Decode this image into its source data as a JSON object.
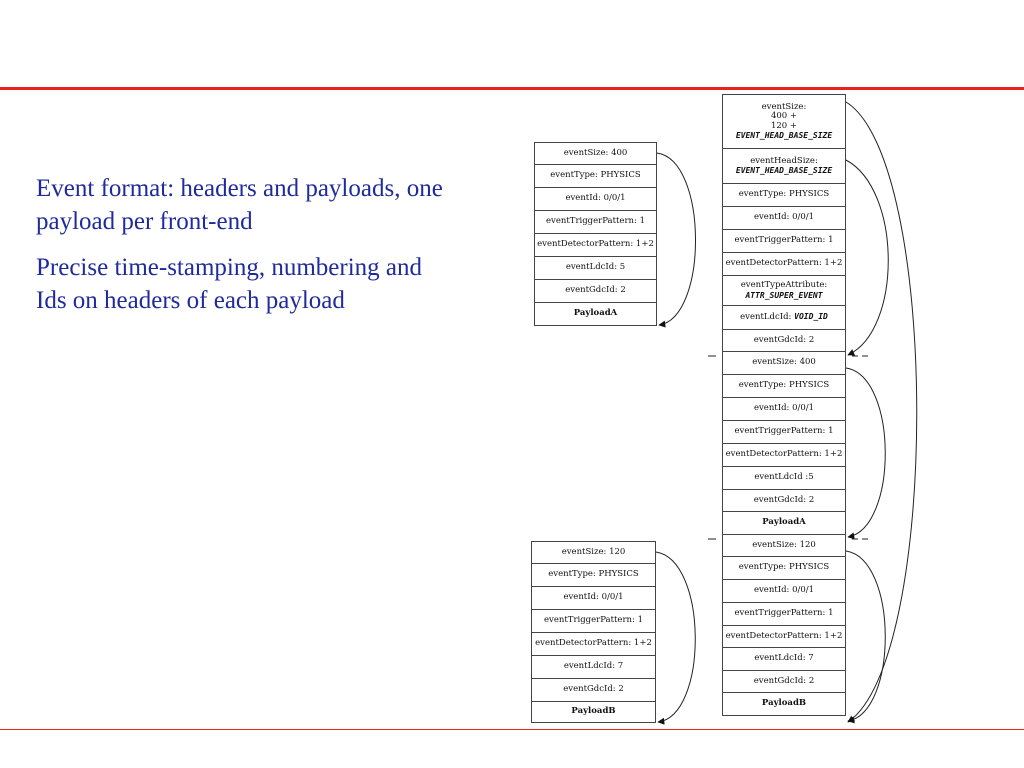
{
  "bullets": [
    "Event format: headers and payloads, one payload per front-end",
    "Precise time-stamping, numbering and Ids on headers of each payload"
  ],
  "subevent_a": [
    {
      "label": "eventSize: 400"
    },
    {
      "label": "eventType: PHYSICS"
    },
    {
      "label": "eventId: 0/0/1"
    },
    {
      "label": "eventTriggerPattern: 1"
    },
    {
      "label": "eventDetectorPattern: 1+2"
    },
    {
      "label": "eventLdcId: 5"
    },
    {
      "label": "eventGdcId: 2"
    },
    {
      "label": "PayloadA",
      "bold": true
    }
  ],
  "subevent_b": [
    {
      "label": "eventSize: 120"
    },
    {
      "label": "eventType: PHYSICS"
    },
    {
      "label": "eventId: 0/0/1"
    },
    {
      "label": "eventTriggerPattern: 1"
    },
    {
      "label": "eventDetectorPattern: 1+2"
    },
    {
      "label": "eventLdcId: 7"
    },
    {
      "label": "eventGdcId: 2"
    },
    {
      "label": "PayloadB",
      "bold": true
    }
  ],
  "super_event": [
    {
      "label": "eventSize:",
      "lines": [
        "400 +",
        "120 +"
      ],
      "mono": "EVENT_HEAD_BASE_SIZE"
    },
    {
      "label": "eventHeadSize:",
      "mono": "EVENT_HEAD_BASE_SIZE"
    },
    {
      "label": "eventType: PHYSICS"
    },
    {
      "label": "eventId: 0/0/1"
    },
    {
      "label": "eventTriggerPattern: 1"
    },
    {
      "label": "eventDetectorPattern: 1+2"
    },
    {
      "label": "eventTypeAttribute:",
      "mono": "ATTR_SUPER_EVENT"
    },
    {
      "label": "eventLdcId:",
      "mono_inline": "VOID_ID"
    },
    {
      "label": "eventGdcId: 2"
    },
    {
      "label": "eventSize: 400"
    },
    {
      "label": "eventType: PHYSICS"
    },
    {
      "label": "eventId: 0/0/1"
    },
    {
      "label": "eventTriggerPattern: 1"
    },
    {
      "label": "eventDetectorPattern: 1+2"
    },
    {
      "label": "eventLdcId :5"
    },
    {
      "label": "eventGdcId: 2"
    },
    {
      "label": "PayloadA",
      "bold": true
    },
    {
      "label": "eventSize: 120"
    },
    {
      "label": "eventType: PHYSICS"
    },
    {
      "label": "eventId: 0/0/1"
    },
    {
      "label": "eventTriggerPattern: 1"
    },
    {
      "label": "eventDetectorPattern: 1+2"
    },
    {
      "label": "eventLdcId: 7"
    },
    {
      "label": "eventGdcId: 2"
    },
    {
      "label": "PayloadB",
      "bold": true
    }
  ],
  "colors": {
    "accent_rule": "#e8241c",
    "bullet_text": "#1f2a9c",
    "line": "#444444"
  }
}
